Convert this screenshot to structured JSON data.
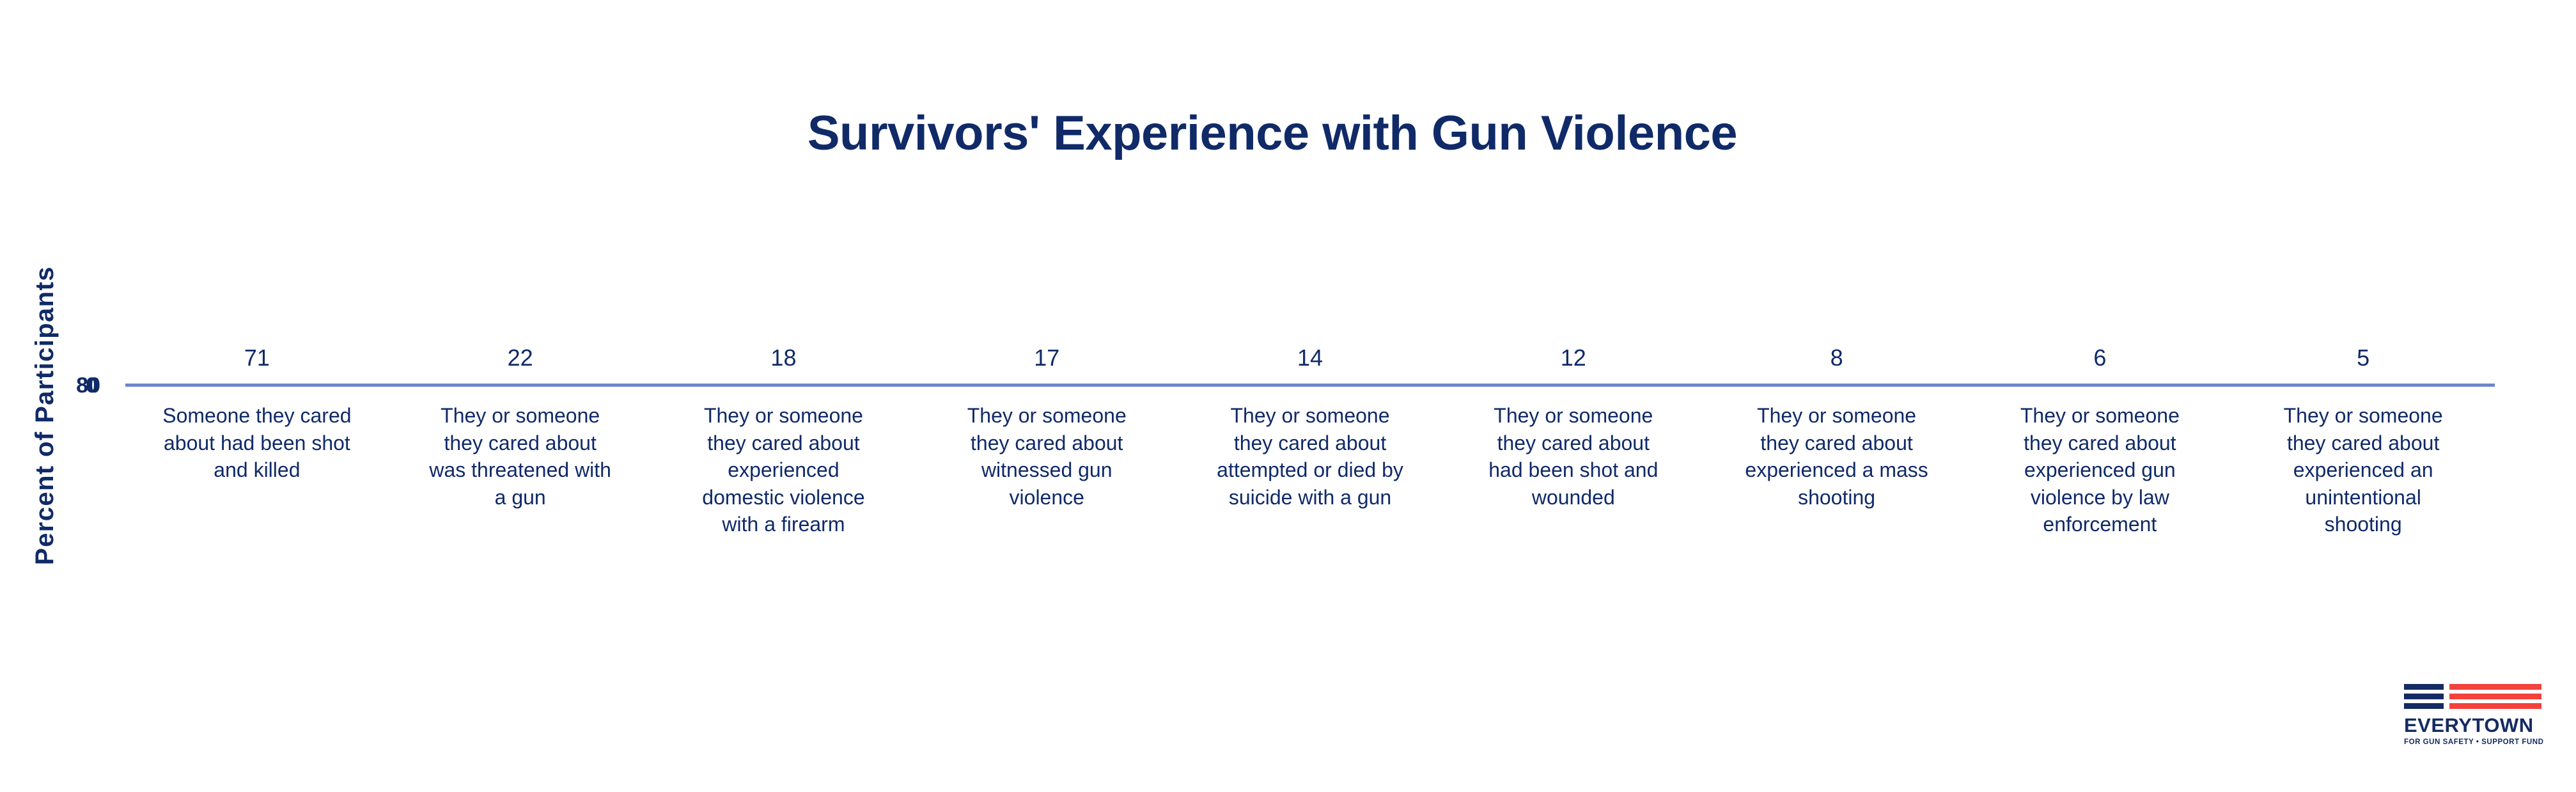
{
  "chart_data": {
    "type": "bar",
    "title": "Survivors' Experience with Gun Violence",
    "xlabel": "",
    "ylabel": "Percent of Participants",
    "ylim": [
      0,
      80
    ],
    "ytick_labels": [
      "0",
      "80"
    ],
    "grid": false,
    "legend": "none",
    "axis_line_color": "#6d85cf",
    "categories": [
      "Someone they cared about had been shot and killed",
      "They or someone they cared about was threatened with a gun",
      "They or someone they cared about experienced domestic violence with a firearm",
      "They or someone they cared about witnessed gun violence",
      "They or someone they cared about attempted or died by suicide with a gun",
      "They or someone they cared about had been shot and wounded",
      "They or someone they cared about experienced a mass shooting",
      "They or someone they cared about experienced gun violence by law enforcement",
      "They or someone they cared about experienced an unintentional shooting"
    ],
    "values": [
      71,
      22,
      18,
      17,
      14,
      12,
      8,
      6,
      5
    ],
    "value_labels": [
      "71",
      "22",
      "18",
      "17",
      "14",
      "12",
      "8",
      "6",
      "5"
    ]
  },
  "colors": {
    "navy": "#102a68",
    "axis_blue": "#6d85cf",
    "logo_navy": "#152b63",
    "logo_red": "#f4413c",
    "background": "#ffffff"
  },
  "logo": {
    "wordmark": "EVERYTOWN",
    "tagline": "FOR GUN SAFETY • SUPPORT FUND"
  }
}
